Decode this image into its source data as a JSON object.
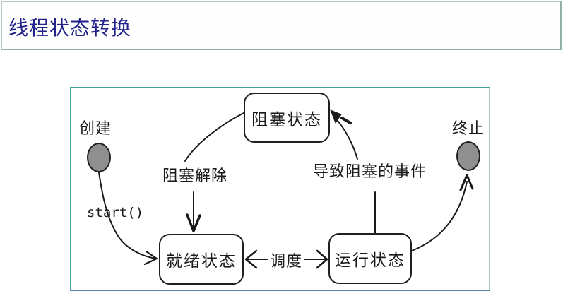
{
  "header": {
    "title": "线程状态转换"
  },
  "diagram": {
    "nodes": {
      "blocked": "阻塞状态",
      "ready": "就绪状态",
      "running": "运行状态"
    },
    "labels": {
      "create": "创建",
      "terminate": "终止",
      "start_call": "start()",
      "unblock": "阻塞解除",
      "blocking_event": "导致阻塞的事件",
      "schedule": "调度"
    },
    "edges": [
      "create -> ready (start())",
      "blocked -> ready (阻塞解除)",
      "ready <-> running (调度)",
      "running -> blocked (导致阻塞的事件)",
      "running -> terminate"
    ],
    "colors": {
      "title_text": "#22228c",
      "title_border": "#9cbcb2",
      "diagram_border": "#4aa3a0",
      "node_border": "#1f1f1f",
      "endpoint_fill": "#8f8f8f",
      "edge_stroke": "#1a1a1a",
      "background": "#ffffff"
    }
  }
}
